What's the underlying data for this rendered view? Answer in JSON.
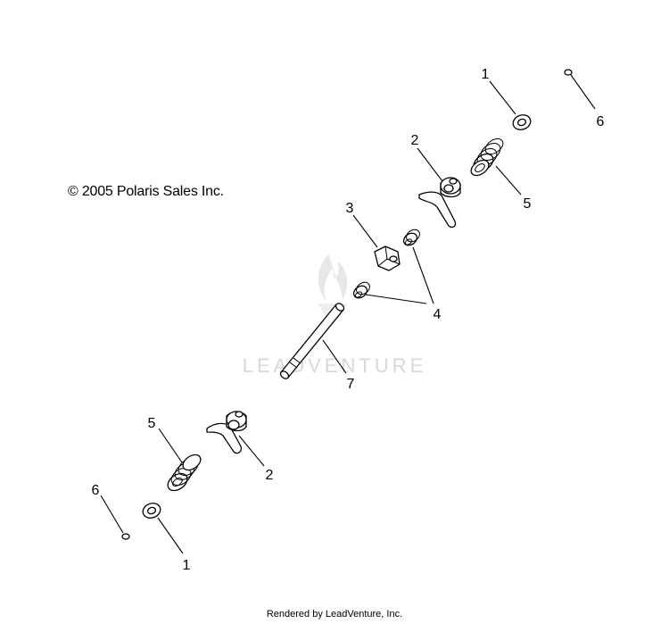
{
  "copyright": "© 2005 Polaris Sales Inc.",
  "footer": "Rendered by LeadVenture, Inc.",
  "watermark": "LEADVENTURE",
  "callouts": {
    "c1_top": "1",
    "c6_top": "6",
    "c2_top": "2",
    "c5_top": "5",
    "c3": "3",
    "c4": "4",
    "c7": "7",
    "c5_bottom": "5",
    "c2_bottom": "2",
    "c6_bottom": "6",
    "c1_bottom": "1"
  },
  "icons": {
    "watermark_logo": "flame-logo-icon"
  }
}
